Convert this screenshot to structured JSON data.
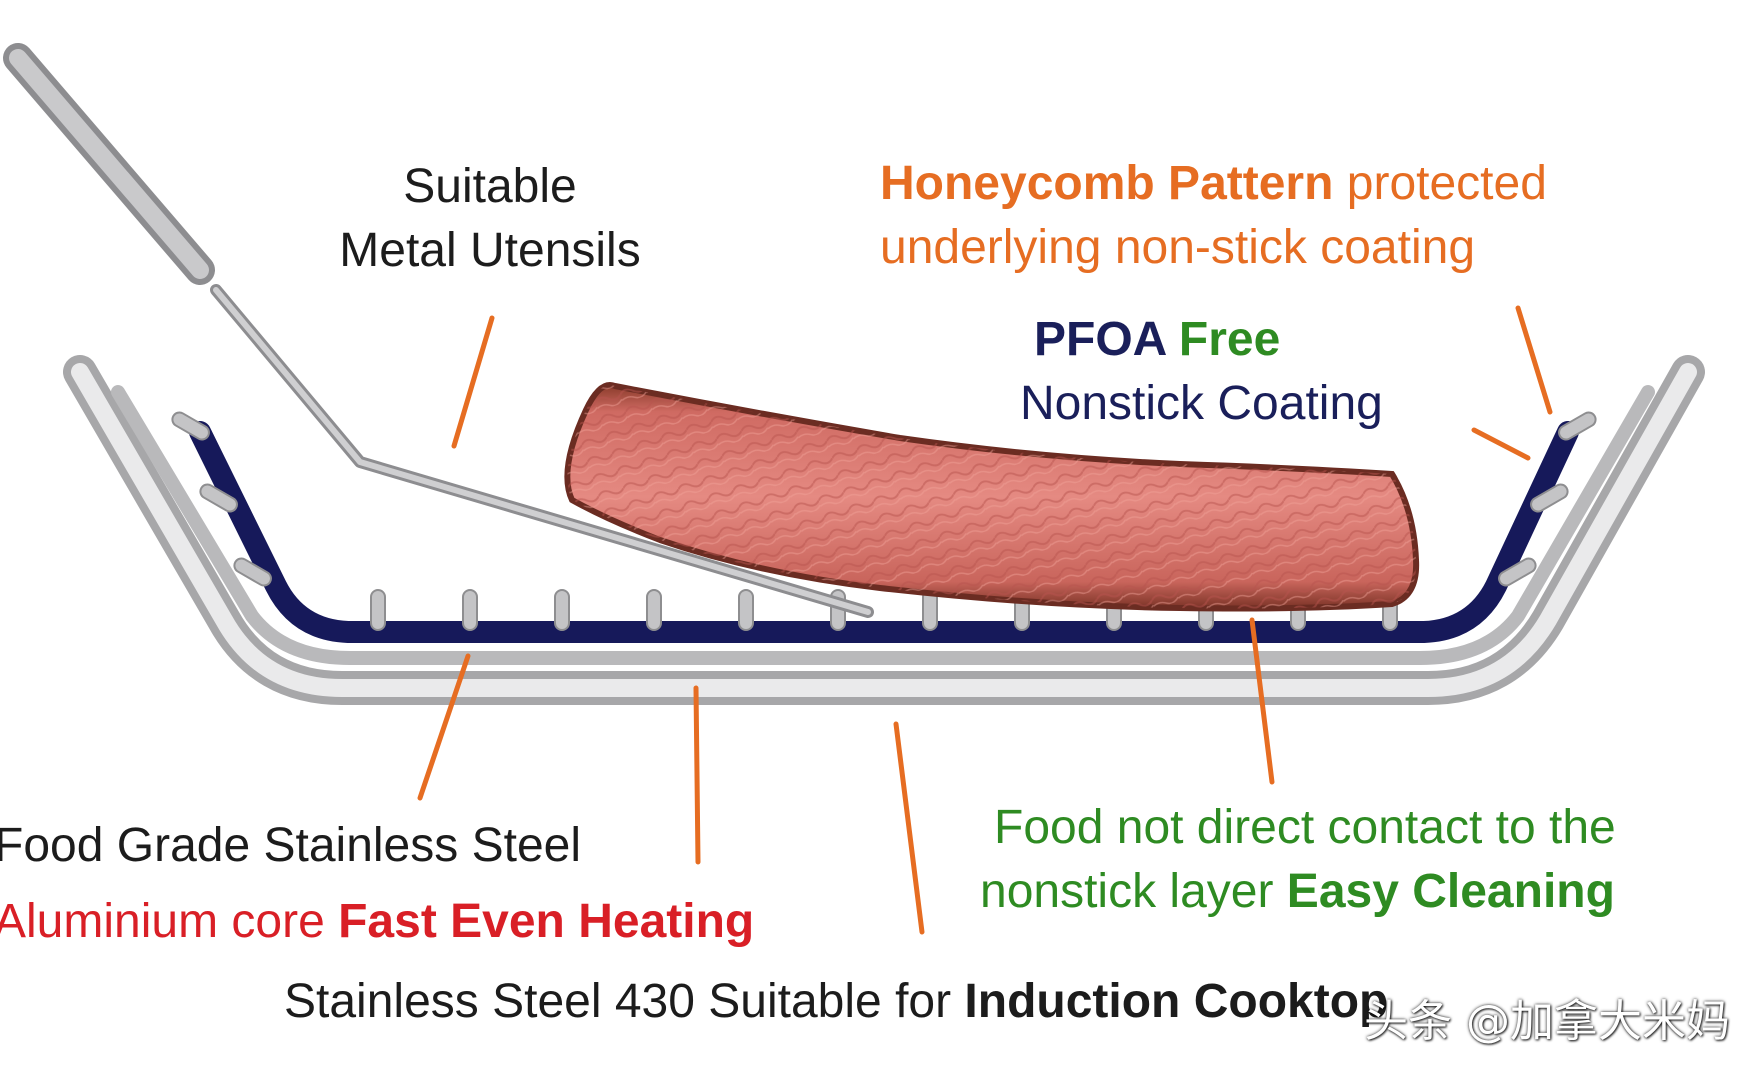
{
  "labels": {
    "utensils_line1": "Suitable",
    "utensils_line2": "Metal Utensils",
    "honeycomb_bold": "Honeycomb Pattern",
    "honeycomb_rest": " protected",
    "honeycomb_line2": "underlying non-stick coating",
    "pfoa": "PFOA",
    "free": " Free",
    "nonstick": "Nonstick Coating",
    "food_grade": "Food Grade Stainless Steel",
    "aluminium": "Aluminium core ",
    "fast_heating": "Fast Even Heating",
    "food_contact_line1": "Food not direct contact to the",
    "food_contact_line2": "nonstick layer ",
    "easy_cleaning": "Easy Cleaning",
    "induction_plain": "Stainless Steel 430 Suitable for ",
    "induction_bold": "Induction Cooktop"
  },
  "watermark": "头条 @加拿大米妈",
  "colors": {
    "orange": "#e66d22",
    "navy": "#1a1f5a",
    "green": "#2e8b22",
    "red": "#d91f26",
    "steel": "#a8a8aa",
    "steel_light": "#e9e9ea",
    "coating": "#16195a",
    "meat": "#d9756f"
  }
}
